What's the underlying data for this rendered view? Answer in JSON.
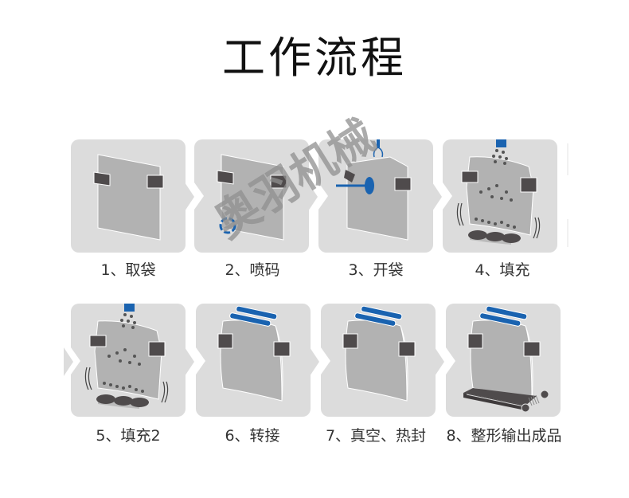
{
  "title": "工作流程",
  "colors": {
    "panel_bg": "#dcdcdc",
    "bag": "#b5b5b5",
    "bag_dark": "#a8a8a8",
    "clamp": "#4f4b4c",
    "accent_blue": "#1a63b0",
    "watermark": "#9a9a9a"
  },
  "watermark": "奥羽机械",
  "steps": [
    {
      "num": "1",
      "label": "1、取袋",
      "icon": "bag-pick-icon"
    },
    {
      "num": "2",
      "label": "2、喷码",
      "icon": "inkjet-code-icon"
    },
    {
      "num": "3",
      "label": "3、开袋",
      "icon": "bag-open-icon"
    },
    {
      "num": "4",
      "label": "4、填充",
      "icon": "fill-icon"
    },
    {
      "num": "5",
      "label": "5、填充2",
      "icon": "fill-secondary-icon"
    },
    {
      "num": "6",
      "label": "6、转接",
      "icon": "transfer-icon"
    },
    {
      "num": "7",
      "label": "7、真空、热封",
      "icon": "vacuum-heat-seal-icon"
    },
    {
      "num": "8",
      "label": "8、整形输出成品",
      "icon": "shape-output-icon"
    }
  ]
}
